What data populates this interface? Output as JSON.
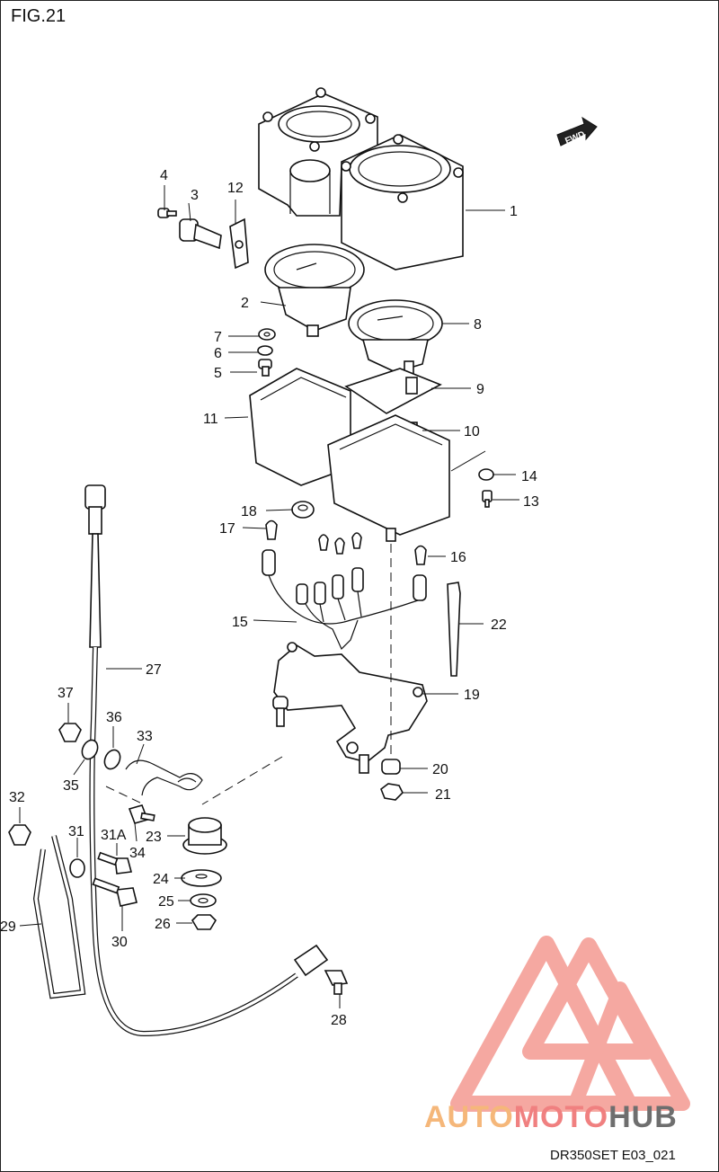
{
  "figure": {
    "title": "FIG.21",
    "code": "DR350SET E03_021"
  },
  "fwd_label": "FWD",
  "watermark": {
    "part1": "AUTO",
    "part2": "MOTO",
    "part3": "HUB"
  },
  "callouts": [
    {
      "id": "p1",
      "label": "1"
    },
    {
      "id": "p2",
      "label": "2"
    },
    {
      "id": "p3",
      "label": "3"
    },
    {
      "id": "p4",
      "label": "4"
    },
    {
      "id": "p5",
      "label": "5"
    },
    {
      "id": "p6",
      "label": "6"
    },
    {
      "id": "p7",
      "label": "7"
    },
    {
      "id": "p8",
      "label": "8"
    },
    {
      "id": "p9",
      "label": "9"
    },
    {
      "id": "p10",
      "label": "10"
    },
    {
      "id": "p11",
      "label": "11"
    },
    {
      "id": "p12",
      "label": "12"
    },
    {
      "id": "p13",
      "label": "13"
    },
    {
      "id": "p14",
      "label": "14"
    },
    {
      "id": "p15",
      "label": "15"
    },
    {
      "id": "p16",
      "label": "16"
    },
    {
      "id": "p17",
      "label": "17"
    },
    {
      "id": "p18",
      "label": "18"
    },
    {
      "id": "p19",
      "label": "19"
    },
    {
      "id": "p20",
      "label": "20"
    },
    {
      "id": "p21",
      "label": "21"
    },
    {
      "id": "p22",
      "label": "22"
    },
    {
      "id": "p23",
      "label": "23"
    },
    {
      "id": "p24",
      "label": "24"
    },
    {
      "id": "p25",
      "label": "25"
    },
    {
      "id": "p26",
      "label": "26"
    },
    {
      "id": "p27",
      "label": "27"
    },
    {
      "id": "p28",
      "label": "28"
    },
    {
      "id": "p29",
      "label": "29"
    },
    {
      "id": "p30",
      "label": "30"
    },
    {
      "id": "p31",
      "label": "31"
    },
    {
      "id": "p31a",
      "label": "31A"
    },
    {
      "id": "p32",
      "label": "32"
    },
    {
      "id": "p33",
      "label": "33"
    },
    {
      "id": "p34",
      "label": "34"
    },
    {
      "id": "p35",
      "label": "35"
    },
    {
      "id": "p36",
      "label": "36"
    },
    {
      "id": "p37",
      "label": "37"
    }
  ]
}
